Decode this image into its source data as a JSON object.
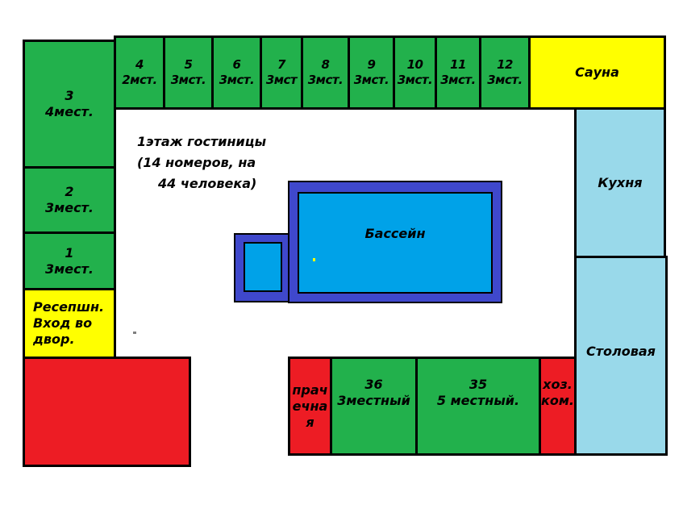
{
  "title_lines": [
    "1этаж гостиницы",
    "(14 номеров, на",
    "44 человека)"
  ],
  "rooms_top": [
    {
      "num": "4",
      "cap": "2мст."
    },
    {
      "num": "5",
      "cap": "3мст."
    },
    {
      "num": "6",
      "cap": "3мст."
    },
    {
      "num": "7",
      "cap": "3мст"
    },
    {
      "num": "8",
      "cap": "3мст."
    },
    {
      "num": "9",
      "cap": "3мст."
    },
    {
      "num": "10",
      "cap": "3мст."
    },
    {
      "num": "11",
      "cap": "3мст."
    },
    {
      "num": "12",
      "cap": "3мст."
    }
  ],
  "rooms_left": [
    {
      "num": "3",
      "cap": "4мест."
    },
    {
      "num": "2",
      "cap": "3мест."
    },
    {
      "num": "1",
      "cap": "3мест."
    }
  ],
  "reception": [
    "Ресепшн.",
    "Вход во",
    "двор."
  ],
  "sauna": "Сауна",
  "kitchen": "Кухня",
  "dining": "Столовая",
  "pool": "Бассейн",
  "laundry": [
    "прач",
    "ечна",
    "я"
  ],
  "room36": {
    "num": "36",
    "cap": "3местный"
  },
  "room35": {
    "num": "35",
    "cap": "5 местный."
  },
  "utility": [
    "хоз.",
    "ком."
  ],
  "colors": {
    "room": "#22b14c",
    "service": "#ffff00",
    "kitchen": "#99d9ea",
    "red": "#ed1c24",
    "pool_outer": "#3f48cc",
    "pool_water": "#00a2e8"
  }
}
